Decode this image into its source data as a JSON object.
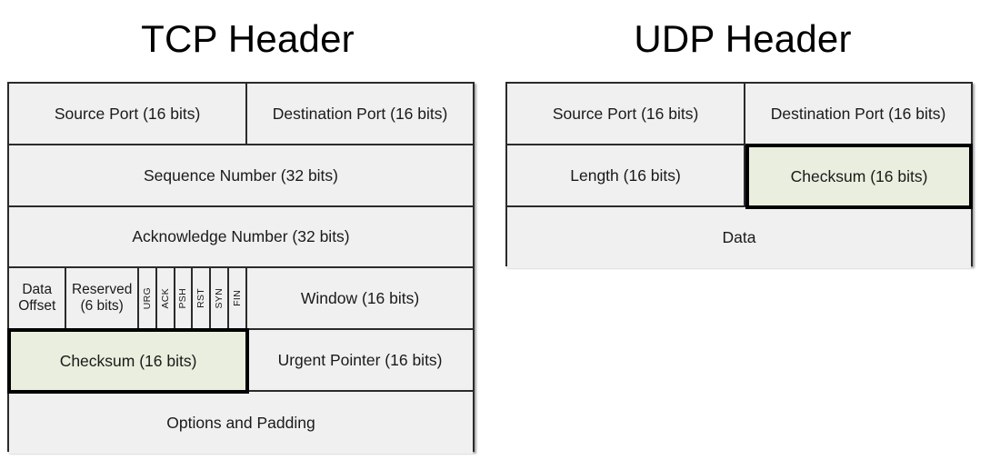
{
  "diagram": {
    "type": "packet-header-layout",
    "background_color": "#ffffff",
    "cell_fill": "#f0f0f0",
    "highlight_fill": "#e9eede",
    "border_color": "#2b2b2b",
    "highlight_border_color": "#000000"
  },
  "tcp": {
    "title": "TCP Header",
    "rows": [
      {
        "cells": [
          {
            "label": "Source Port (16 bits)",
            "highlight": false
          },
          {
            "label": "Destination Port (16 bits)",
            "highlight": false
          }
        ]
      },
      {
        "cells": [
          {
            "label": "Sequence Number (32 bits)",
            "highlight": false
          }
        ]
      },
      {
        "cells": [
          {
            "label": "Acknowledge Number (32 bits)",
            "highlight": false
          }
        ]
      },
      {
        "cells": [
          {
            "label_line1": "Data",
            "label_line2": "Offset",
            "highlight": false
          },
          {
            "label_line1": "Reserved",
            "label_line2": "(6 bits)",
            "highlight": false
          },
          {
            "label": "Window (16 bits)",
            "highlight": false
          }
        ],
        "flags": [
          "URG",
          "ACK",
          "PSH",
          "RST",
          "SYN",
          "FIN"
        ]
      },
      {
        "cells": [
          {
            "label": "Checksum (16 bits)",
            "highlight": true
          },
          {
            "label": "Urgent Pointer (16 bits)",
            "highlight": false
          }
        ]
      },
      {
        "cells": [
          {
            "label": "Options and Padding",
            "highlight": false
          }
        ]
      }
    ]
  },
  "udp": {
    "title": "UDP Header",
    "rows": [
      {
        "cells": [
          {
            "label": "Source Port (16 bits)",
            "highlight": false
          },
          {
            "label": "Destination Port (16 bits)",
            "highlight": false
          }
        ]
      },
      {
        "cells": [
          {
            "label": "Length (16 bits)",
            "highlight": false
          },
          {
            "label": "Checksum (16 bits)",
            "highlight": true
          }
        ]
      },
      {
        "cells": [
          {
            "label": "Data",
            "highlight": false
          }
        ]
      }
    ]
  }
}
